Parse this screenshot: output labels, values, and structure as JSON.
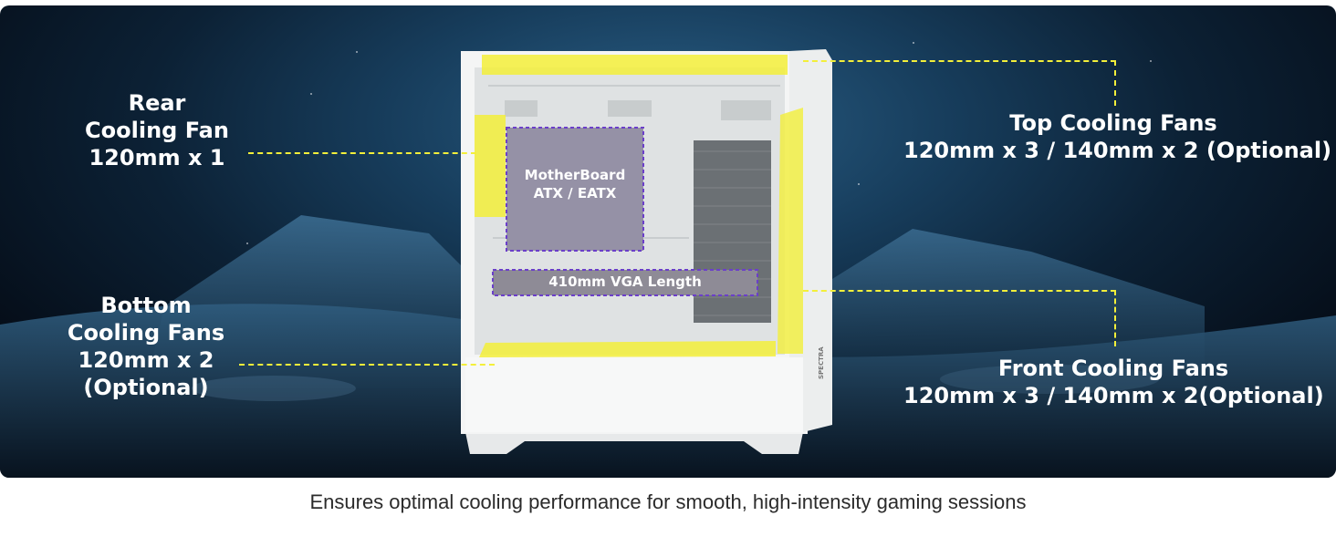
{
  "callouts": {
    "rear": {
      "line1": "Rear",
      "line2": "Cooling Fan",
      "line3": "120mm x 1"
    },
    "bottom": {
      "line1": "Bottom",
      "line2": "Cooling Fans",
      "line3": "120mm x 2",
      "line4": "(Optional)"
    },
    "top": {
      "line1": "Top Cooling Fans",
      "line2": "120mm x 3 / 140mm x 2 (Optional)"
    },
    "front": {
      "line1": "Front Cooling Fans",
      "line2": "120mm x 3 / 140mm x 2(Optional)"
    }
  },
  "case": {
    "motherboard_line1": "MotherBoard",
    "motherboard_line2": "ATX / EATX",
    "vga": "410mm VGA Length",
    "brand": "SPECTRA"
  },
  "caption": "Ensures optimal cooling performance for smooth, high-intensity gaming sessions",
  "colors": {
    "highlight": "#f3ef3a",
    "outline": "#6b3fc9",
    "case_white": "#f4f5f5"
  }
}
